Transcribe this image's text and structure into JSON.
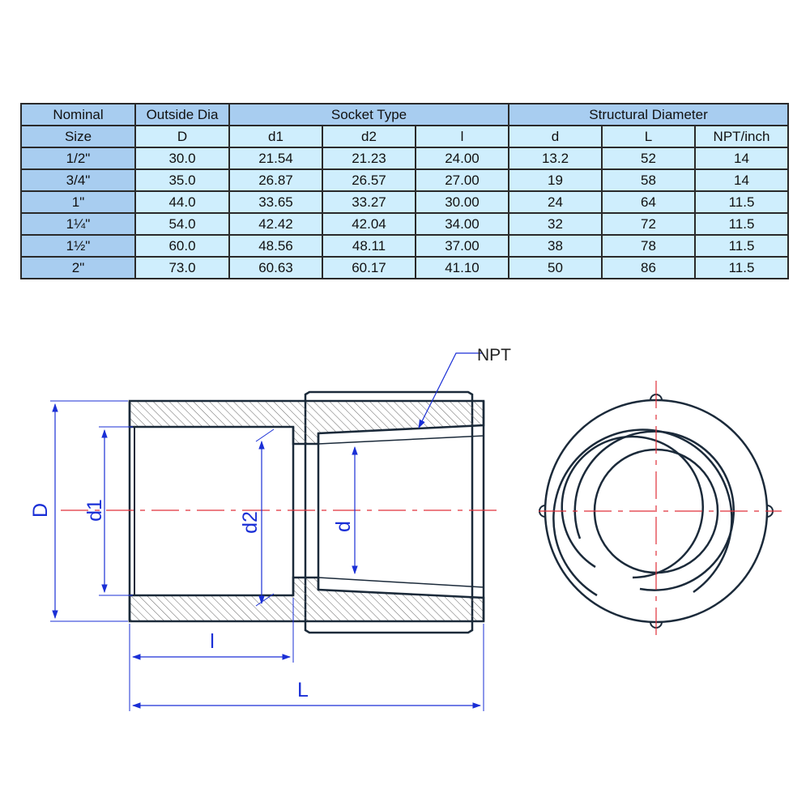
{
  "table": {
    "header_row1": [
      "Nominal",
      "Outside Dia",
      "Socket Type",
      "Structural Diameter"
    ],
    "header_row2": [
      "Size",
      "D",
      "d1",
      "d2",
      "l",
      "d",
      "L",
      "NPT/inch"
    ],
    "rows": [
      [
        "1/2\"",
        "30.0",
        "21.54",
        "21.23",
        "24.00",
        "13.2",
        "52",
        "14"
      ],
      [
        "3/4\"",
        "35.0",
        "26.87",
        "26.57",
        "27.00",
        "19",
        "58",
        "14"
      ],
      [
        "1\"",
        "44.0",
        "33.65",
        "33.27",
        "30.00",
        "24",
        "64",
        "11.5"
      ],
      [
        "1¼\"",
        "54.0",
        "42.42",
        "42.04",
        "34.00",
        "32",
        "72",
        "11.5"
      ],
      [
        "1½\"",
        "60.0",
        "48.56",
        "48.11",
        "37.00",
        "38",
        "78",
        "11.5"
      ],
      [
        "2\"",
        "73.0",
        "60.63",
        "60.17",
        "41.10",
        "50",
        "86",
        "11.5"
      ]
    ]
  },
  "drawing": {
    "labels": {
      "npt": "NPT",
      "D": "D",
      "d1": "d1",
      "d2": "d2",
      "d": "d",
      "l": "l",
      "L": "L"
    },
    "colors": {
      "outline": "#1b2a3a",
      "dimension": "#1a2fd6",
      "centerline": "#e0303a",
      "hatch": "#666666"
    }
  }
}
